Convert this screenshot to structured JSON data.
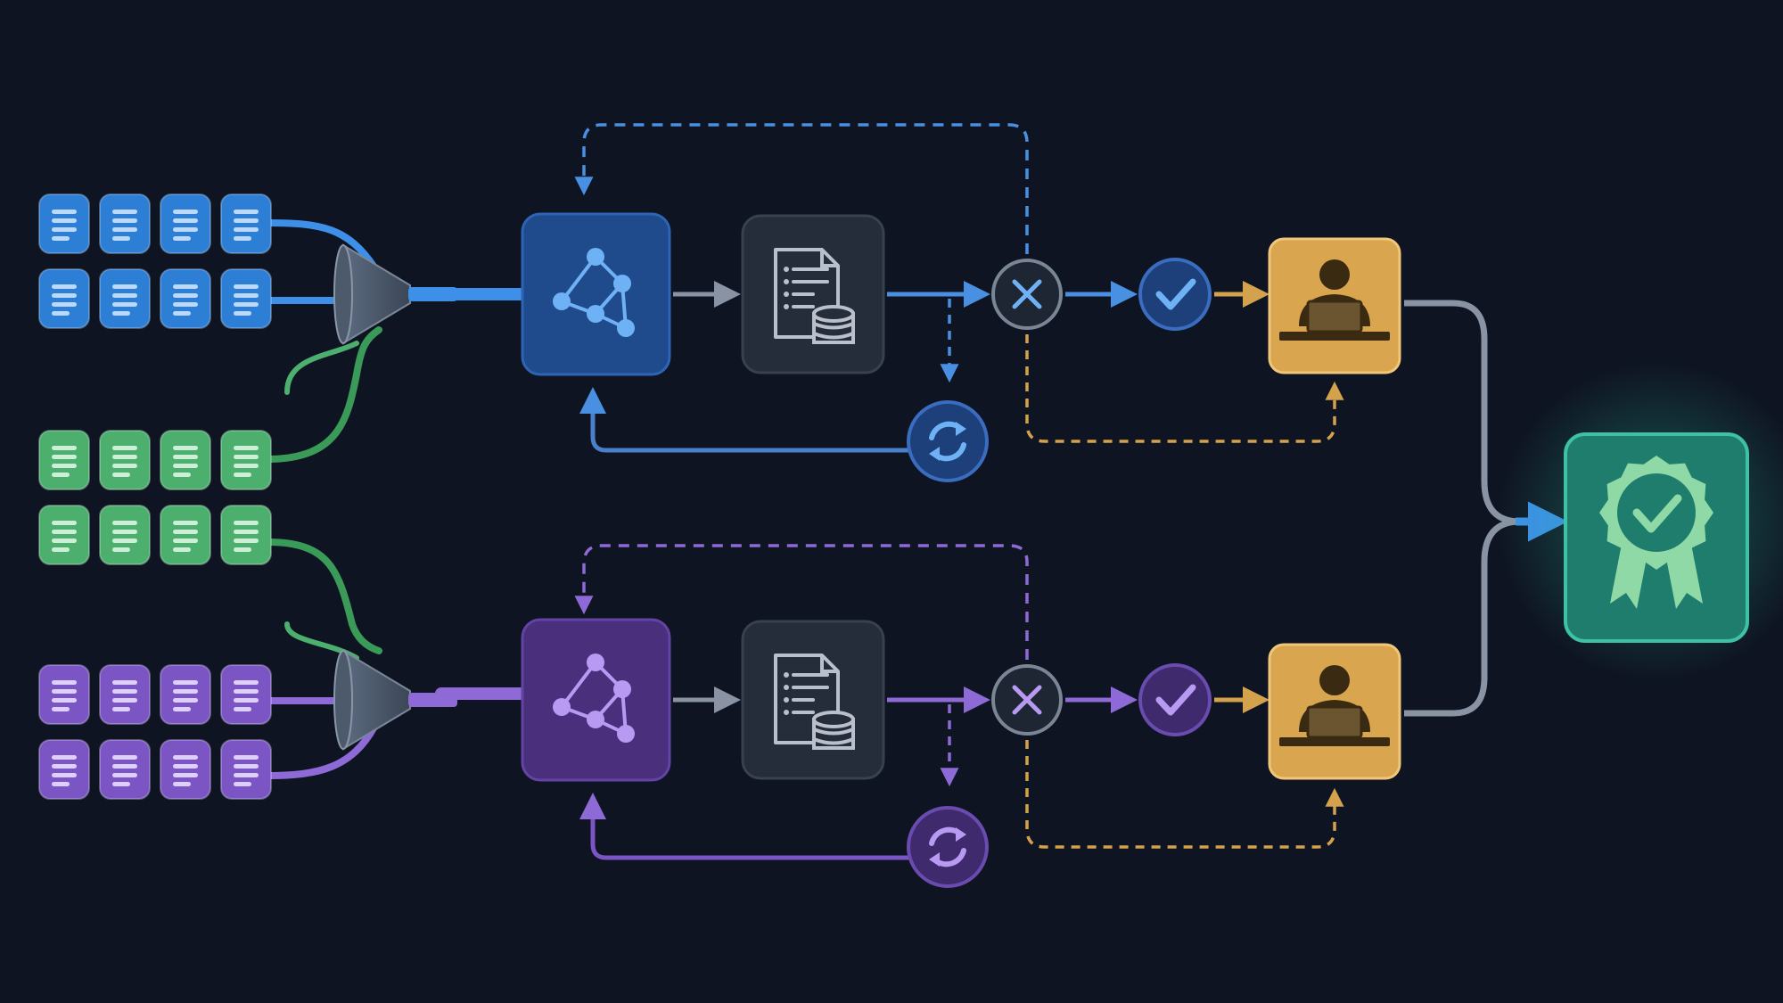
{
  "colors": {
    "background": "#0e1421",
    "blue": "#2d7fd6",
    "blue_light": "#5ea8f2",
    "green": "#4caf6e",
    "green_light": "#8fd9a6",
    "purple": "#7b55c4",
    "purple_light": "#b49af0",
    "gray_connector": "#8a93a3",
    "amber": "#d4a24c",
    "teal": "#1f8a78"
  },
  "pipelines": [
    {
      "id": "top",
      "accent": "blue",
      "source_icon": "document-lines-icon",
      "funnel_icon": "funnel-icon",
      "model_icon": "network-graph-icon",
      "index_icon": "document-database-icon",
      "decision_icon": "close-icon",
      "approve_icon": "checkmark-icon",
      "retry_icon": "refresh-icon",
      "reviewer_icon": "person-laptop-icon"
    },
    {
      "id": "bottom",
      "accent": "purple",
      "source_icon": "document-lines-icon",
      "funnel_icon": "funnel-icon",
      "model_icon": "network-graph-icon",
      "index_icon": "document-database-icon",
      "decision_icon": "close-icon",
      "approve_icon": "checkmark-icon",
      "retry_icon": "refresh-icon",
      "reviewer_icon": "person-laptop-icon"
    }
  ],
  "shared_sources": {
    "accent": "green",
    "icon": "document-lines-icon"
  },
  "output": {
    "icon": "award-badge-check-icon",
    "accent": "teal"
  }
}
